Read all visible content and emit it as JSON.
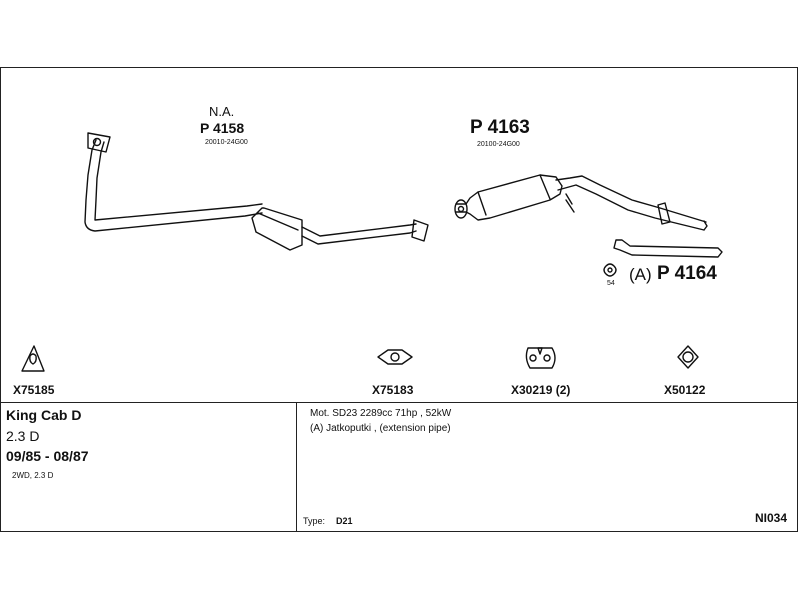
{
  "parts": {
    "front": {
      "note": "N.A.",
      "code": "P 4158",
      "oem": "20010-24G00"
    },
    "rear": {
      "code": "P 4163",
      "oem": "20100-24G00"
    },
    "extension": {
      "count": "54",
      "prefix": "(A)",
      "code": "P 4164"
    }
  },
  "accessories": [
    {
      "code": "X75185",
      "icon": "triangle-gasket-icon"
    },
    {
      "code": "X75183",
      "icon": "oval-gasket-icon"
    },
    {
      "code": "X30219 (2)",
      "icon": "rubber-hanger-icon"
    },
    {
      "code": "X50122",
      "icon": "ring-gasket-icon"
    }
  ],
  "vehicle": {
    "model": "King Cab D",
    "engine": "2.3 D",
    "years": "09/85 - 08/87",
    "spec": "2WD, 2.3 D"
  },
  "details": {
    "motor": "Mot. SD23 2289cc 71hp , 52kW",
    "note": "(A) Jatkoputki , (extension pipe)",
    "type_label": "Type:",
    "type_value": "D21",
    "catalog_code": "NI034"
  }
}
